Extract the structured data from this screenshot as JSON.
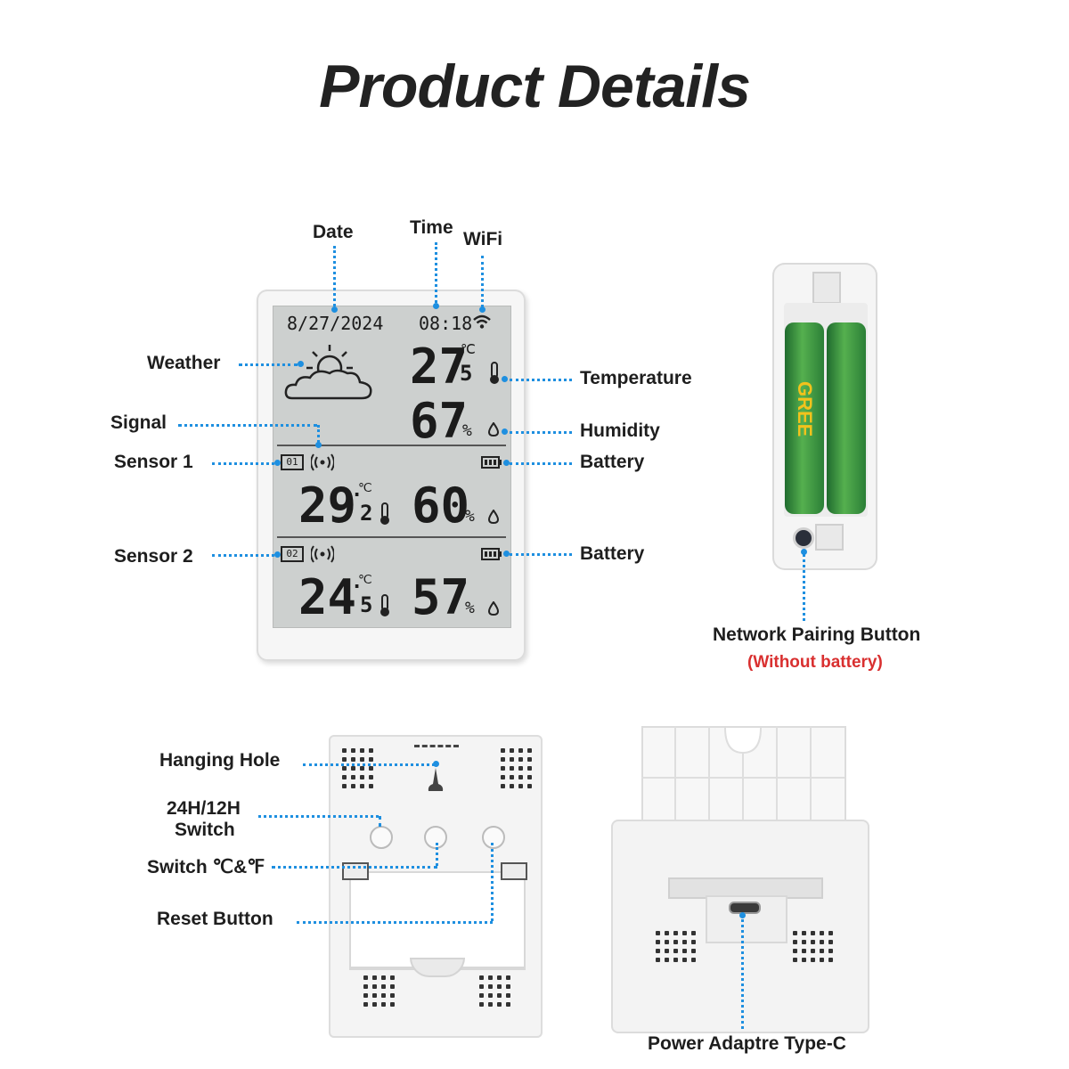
{
  "title": "Product Details",
  "labels": {
    "date": "Date",
    "time": "Time",
    "wifi": "WiFi",
    "weather": "Weather",
    "signal": "Signal",
    "sensor1": "Sensor 1",
    "sensor2": "Sensor 2",
    "temperature": "Temperature",
    "humidity": "Humidity",
    "battery1": "Battery",
    "battery2": "Battery",
    "pairing": "Network Pairing Button",
    "pairing_note": "(Without battery)",
    "hanging": "Hanging Hole",
    "switch_24_line1": "24H/12H",
    "switch_24_line2": "Switch",
    "switch_c": "Switch ℃&℉",
    "reset": "Reset Button",
    "power": "Power Adaptre Type-C"
  },
  "display": {
    "date": "8/27/2024",
    "time": "08:18",
    "indoor_temp": "27",
    "indoor_temp_dec": "5",
    "indoor_hum": "67",
    "s1_id": "01",
    "s1_temp": "29",
    "s1_temp_dec": "2",
    "s1_hum": "60",
    "s2_id": "02",
    "s2_temp": "24",
    "s2_temp_dec": "5",
    "s2_hum": "57",
    "unit_c": "℃",
    "unit_pct": "%"
  },
  "battery_brand": "GREE",
  "colors": {
    "callout": "#1e8fe0",
    "note": "#d93030"
  }
}
